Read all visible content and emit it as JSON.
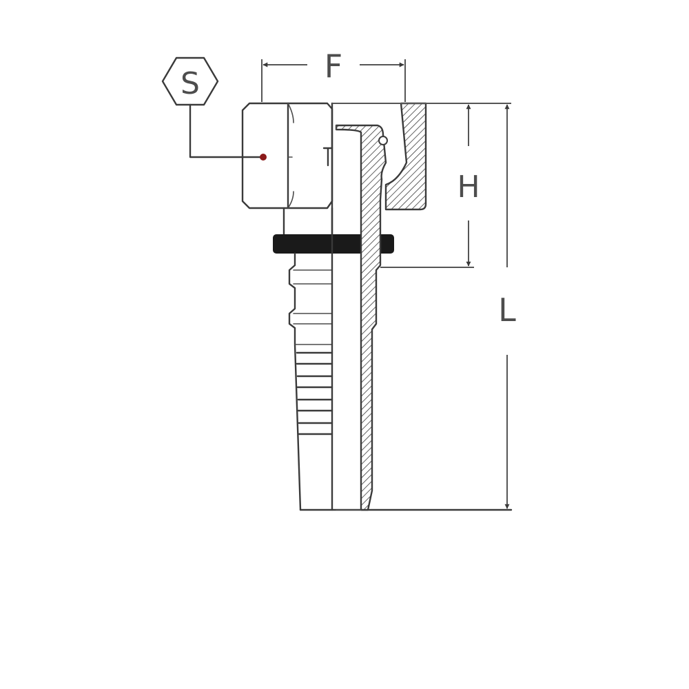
{
  "labels": {
    "hex_symbol": "S",
    "dim_f": "F",
    "dim_h": "H",
    "dim_l": "L"
  },
  "colors": {
    "line": "#3a3a3a",
    "dimension": "#555555",
    "seal_ring": "#1a1a1a",
    "leader_dot": "#8b1a1a"
  }
}
